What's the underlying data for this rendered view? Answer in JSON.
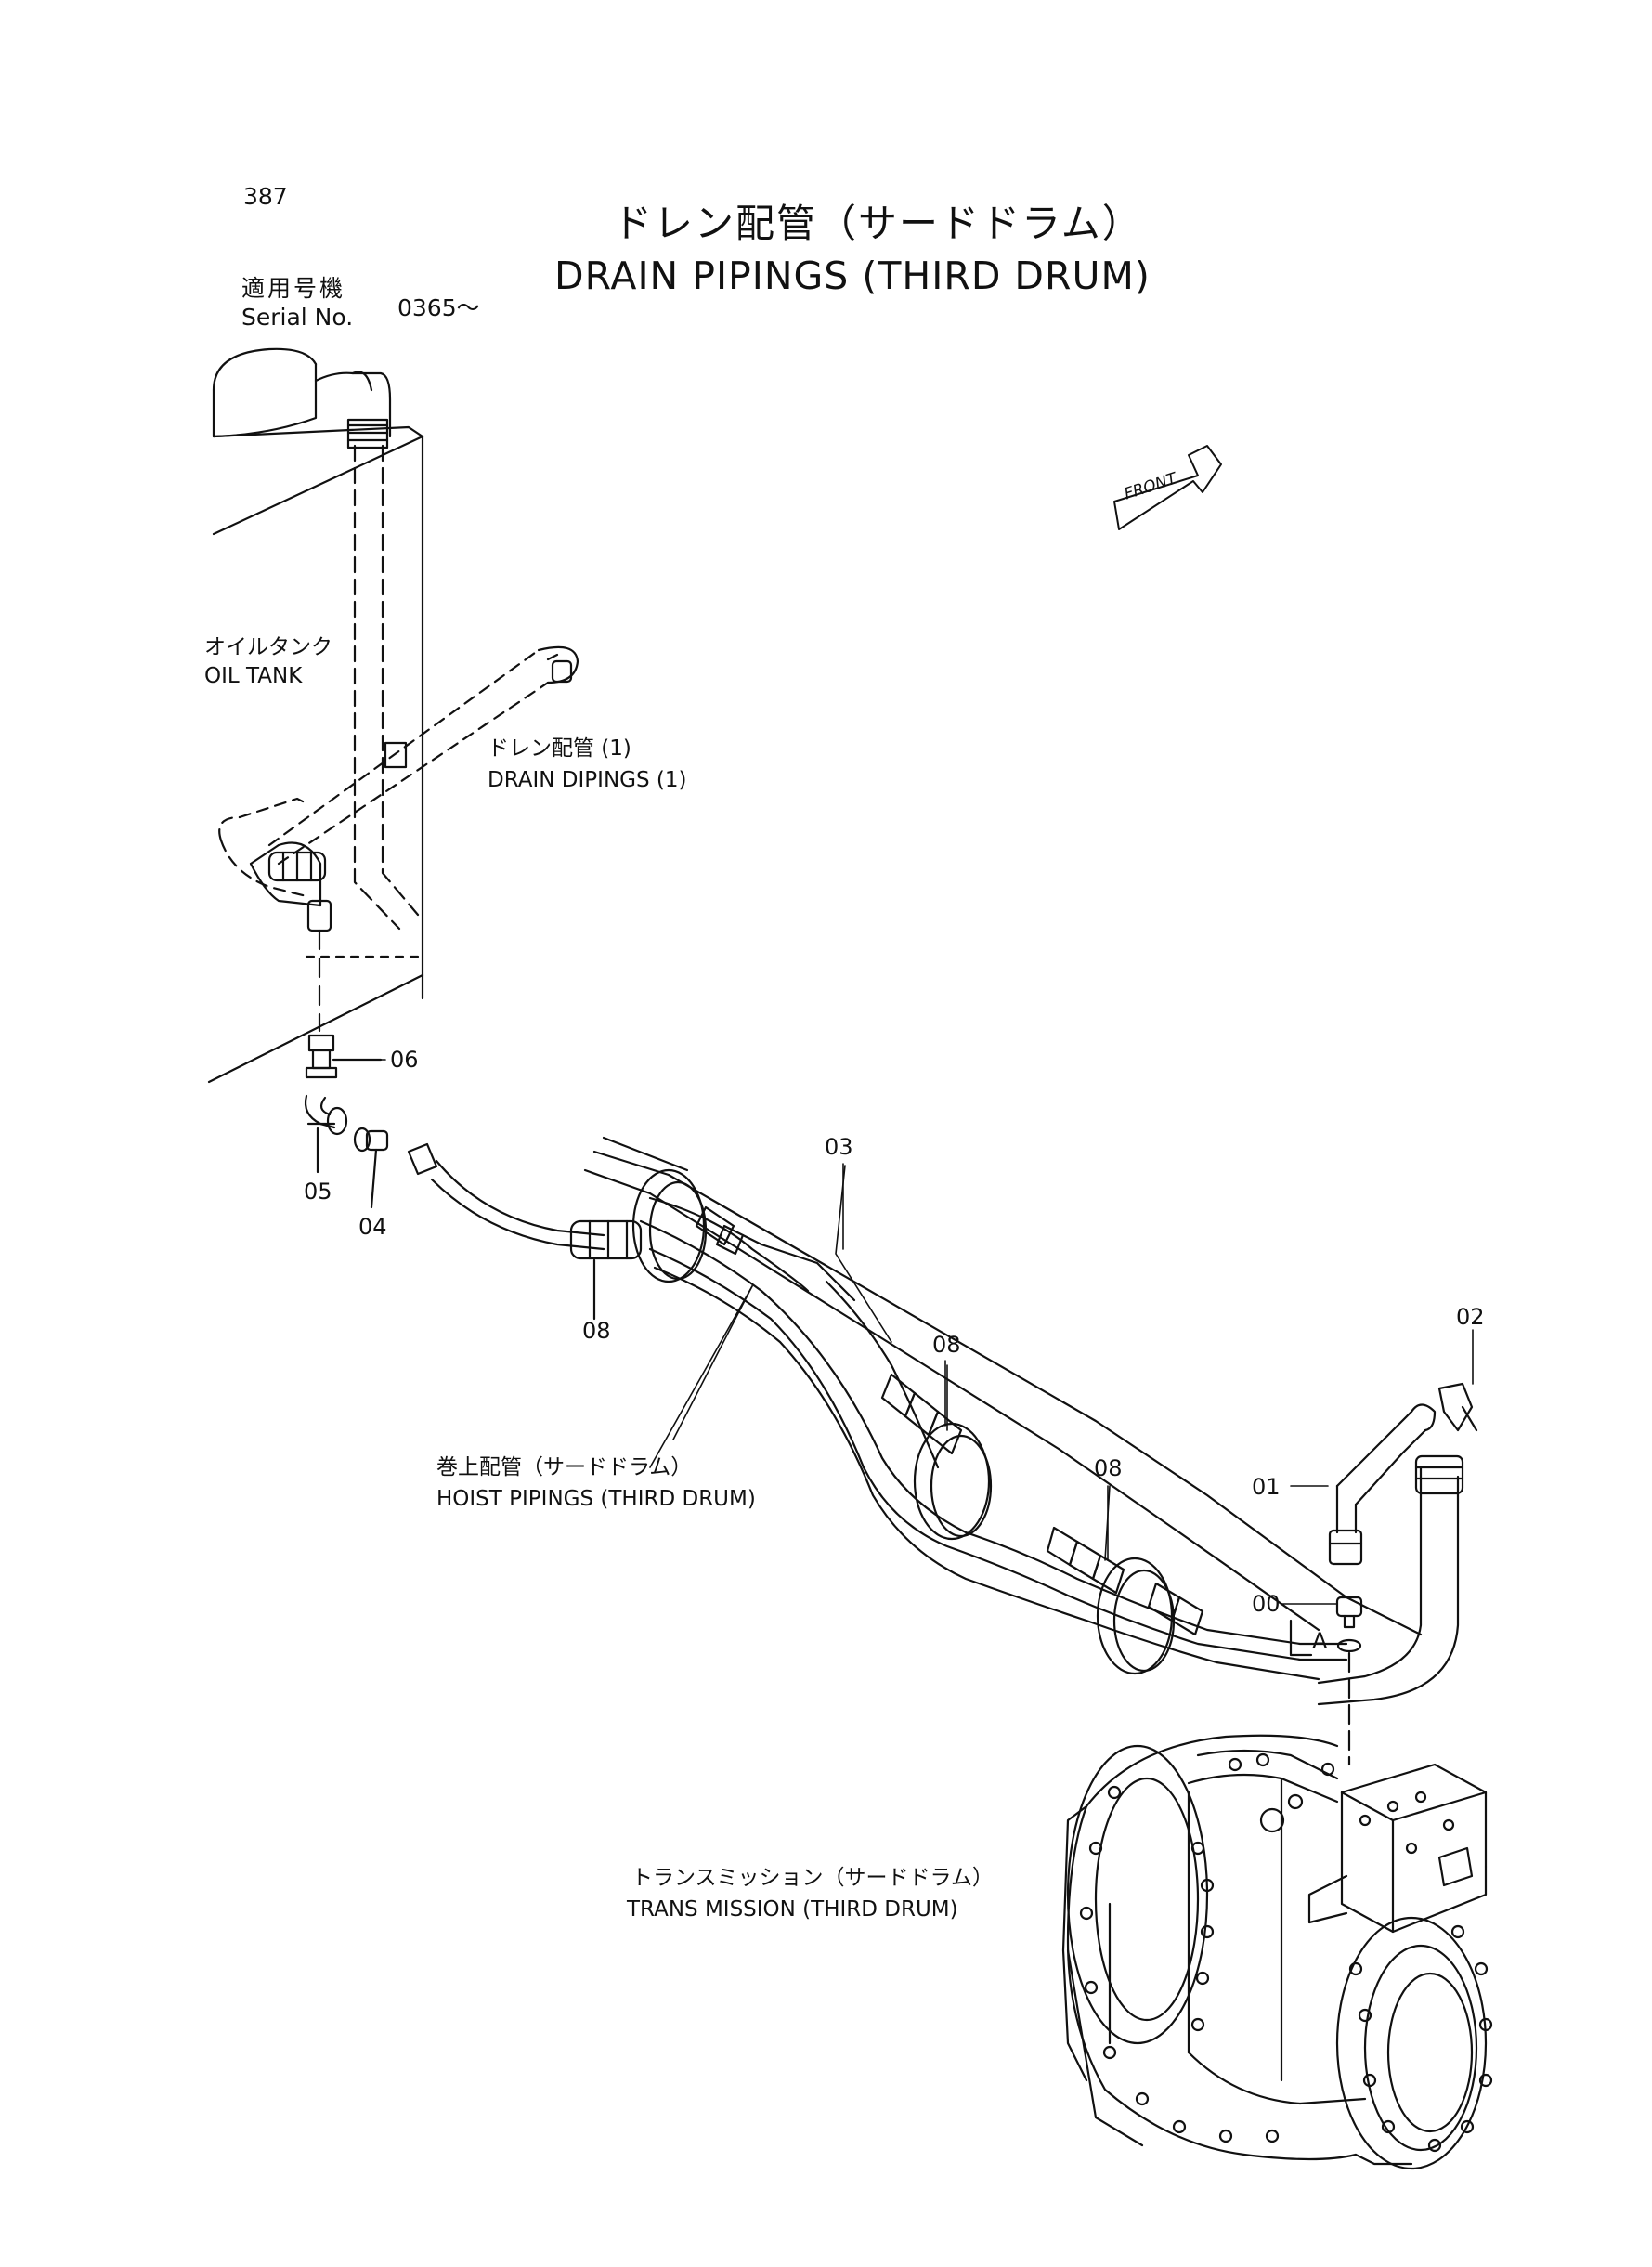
{
  "page": {
    "number": "387",
    "title_ja": "ドレン配管（サードドラム）",
    "title_en": "DRAIN PIPINGS (THIRD DRUM)"
  },
  "serial": {
    "label_ja": "適用号機",
    "label_en": "Serial No.",
    "value": "0365～"
  },
  "front_marker": "FRONT",
  "labels": {
    "oil_tank_ja": "オイルタンク",
    "oil_tank_en": "OIL TANK",
    "drain1_ja": "ドレン配管 (1)",
    "drain1_en": "DRAIN DIPINGS (1)",
    "hoist_ja": "巻上配管（サードドラム）",
    "hoist_en": "HOIST PIPINGS (THIRD DRUM)",
    "trans_ja": "トランスミッション（サードドラム）",
    "trans_en": "TRANS MISSION (THIRD DRUM)"
  },
  "parts": {
    "p00": "00",
    "p01": "01",
    "p02": "02",
    "p03": "03",
    "p04": "04",
    "p05": "05",
    "p06": "06",
    "p08": "08",
    "detail_a": "A"
  },
  "colors": {
    "ink": "#111111",
    "paper": "#ffffff"
  }
}
